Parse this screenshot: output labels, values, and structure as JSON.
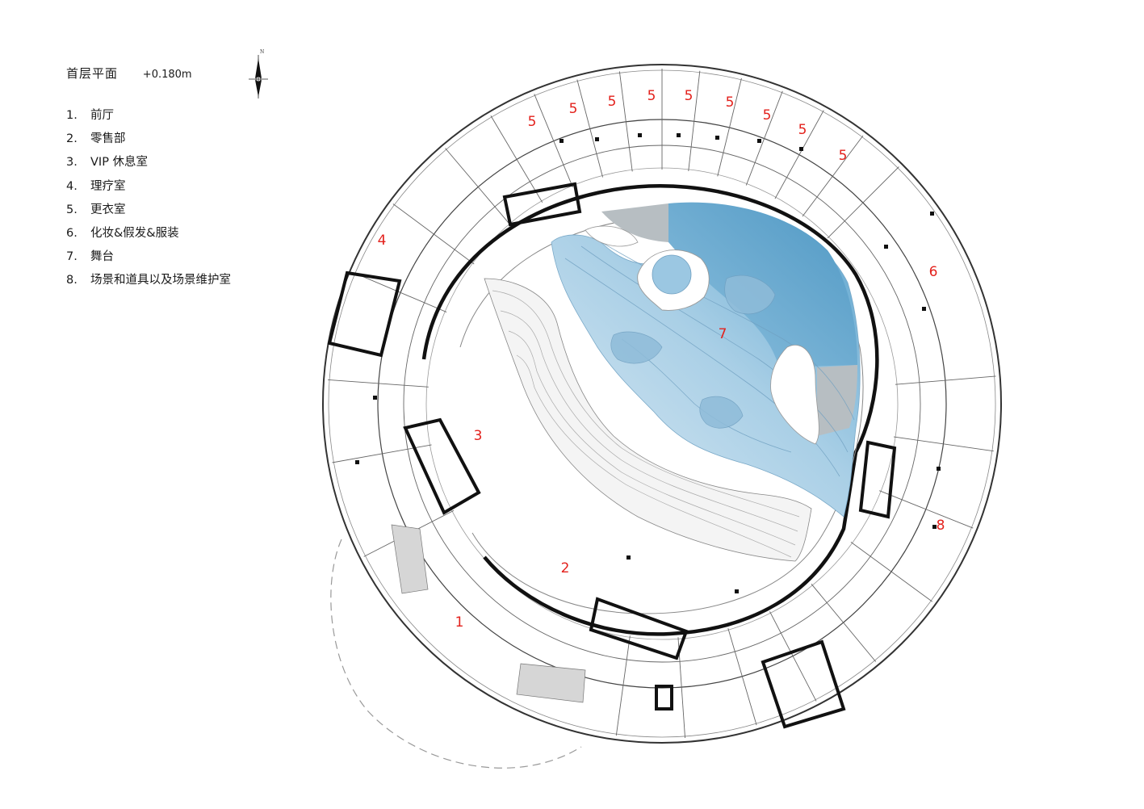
{
  "title": "首层平面",
  "level": "+0.180m",
  "north_label": "N",
  "legend": [
    {
      "num": "1.",
      "label": "前厅"
    },
    {
      "num": "2.",
      "label": "零售部"
    },
    {
      "num": "3.",
      "label": "VIP 休息室"
    },
    {
      "num": "4.",
      "label": "理疗室"
    },
    {
      "num": "5.",
      "label": "更衣室"
    },
    {
      "num": "6.",
      "label": "化妆&假发&服装"
    },
    {
      "num": "7.",
      "label": "舞台"
    },
    {
      "num": "8.",
      "label": "场景和道具以及场景维护室"
    }
  ],
  "room_labels": [
    {
      "id": "1",
      "text": "1"
    },
    {
      "id": "2",
      "text": "2"
    },
    {
      "id": "3",
      "text": "3"
    },
    {
      "id": "4",
      "text": "4"
    },
    {
      "id": "5a",
      "text": "5"
    },
    {
      "id": "5b",
      "text": "5"
    },
    {
      "id": "5c",
      "text": "5"
    },
    {
      "id": "5d",
      "text": "5"
    },
    {
      "id": "5e",
      "text": "5"
    },
    {
      "id": "5f",
      "text": "5"
    },
    {
      "id": "5g",
      "text": "5"
    },
    {
      "id": "5h",
      "text": "5"
    },
    {
      "id": "5i",
      "text": "5"
    },
    {
      "id": "6",
      "text": "6"
    },
    {
      "id": "7",
      "text": "7"
    },
    {
      "id": "8",
      "text": "8"
    }
  ],
  "colors": {
    "room_number": "#e3211c",
    "stage_light": "#c9e0ef",
    "stage_deep": "#5ba3cd",
    "backstage_grey": "#b7bec2",
    "wall": "#111111",
    "thin_line": "#777777"
  }
}
